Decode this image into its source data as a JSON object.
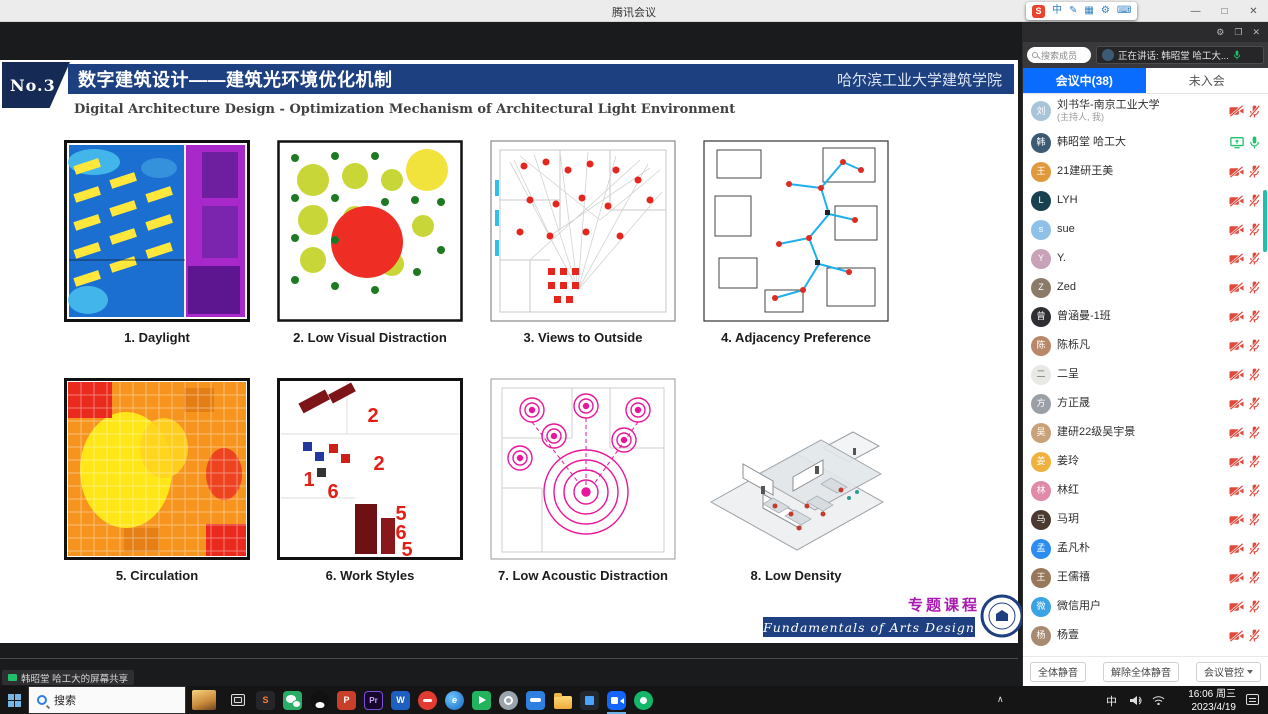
{
  "titlebar": {
    "title": "腾讯会议"
  },
  "icons": {
    "minimize": "—",
    "maximize": "□",
    "close": "✕",
    "settings": "⚙",
    "popout": "❐",
    "chevron_up": "∧"
  },
  "ime": {
    "logo": "S",
    "glyphs": [
      "中",
      "✎",
      "▦",
      "⚙",
      "⌨"
    ]
  },
  "slide": {
    "badge": "No.3",
    "title_cn": "数字建筑设计——建筑光环境优化机制",
    "affiliation": "哈尔滨工业大学建筑学院",
    "title_en": "Digital Architecture Design - Optimization Mechanism of Architectural Light Environment",
    "diagrams": [
      {
        "caption": "1. Daylight"
      },
      {
        "caption": "2. Low Visual Distraction"
      },
      {
        "caption": "3. Views to Outside"
      },
      {
        "caption": "4. Adjacency Preference"
      },
      {
        "caption": "5. Circulation"
      },
      {
        "caption": "6. Work Styles",
        "numbers": [
          "2",
          "2",
          "1",
          "6",
          "5",
          "6",
          "5"
        ]
      },
      {
        "caption": "7. Low Acoustic Distraction"
      },
      {
        "caption": "8. Low Density"
      }
    ],
    "footer": {
      "tag": "专题课程",
      "course_en": "Fundamentals of Arts Design"
    }
  },
  "share_banner": "韩昭堂 哈工大的屏幕共享",
  "panel": {
    "search_placeholder": "搜索成员",
    "speaking": "正在讲话: 韩昭堂 哈工大...",
    "speaker_avatar": "#3c5a74",
    "tabs": [
      {
        "label": "会议中(38)"
      },
      {
        "label": "未入会"
      }
    ],
    "participants": [
      {
        "name": "刘书华-南京工业大学",
        "sub": "(主持人, 我)",
        "initial": "刘",
        "avatar": "#a8c4d8"
      },
      {
        "name": "韩昭堂 哈工大",
        "initial": "韩",
        "avatar": "#3c5a74",
        "sharing": true,
        "mic": "on"
      },
      {
        "name": "21建研王美",
        "initial": "王",
        "avatar": "#e09a3c"
      },
      {
        "name": "LYH",
        "initial": "L",
        "avatar": "#17414e"
      },
      {
        "name": "sue",
        "initial": "s",
        "avatar": "#8fc1e8"
      },
      {
        "name": "Y.",
        "initial": "Y",
        "avatar": "#c8a2b8"
      },
      {
        "name": "Zed",
        "initial": "Z",
        "avatar": "#8a7a6a"
      },
      {
        "name": "曾涵曼-1班",
        "initial": "曾",
        "avatar": "#2f2f33"
      },
      {
        "name": "陈栎凡",
        "initial": "陈",
        "avatar": "#b98868"
      },
      {
        "name": "二呈",
        "initial": "二",
        "avatar": "#e8e8e4",
        "fg": "#777777"
      },
      {
        "name": "方正晟",
        "initial": "方",
        "avatar": "#9aa0a6"
      },
      {
        "name": "建研22级吴宇景",
        "initial": "吴",
        "avatar": "#caa27a"
      },
      {
        "name": "姜玲",
        "initial": "姜",
        "avatar": "#f0b23e"
      },
      {
        "name": "林红",
        "initial": "林",
        "avatar": "#e08aa8"
      },
      {
        "name": "马玥",
        "initial": "马",
        "avatar": "#4a3a30"
      },
      {
        "name": "孟凡朴",
        "initial": "孟",
        "avatar": "#2d8cf0"
      },
      {
        "name": "王儒禧",
        "initial": "王",
        "avatar": "#98785a"
      },
      {
        "name": "微信用户",
        "initial": "微",
        "avatar": "#3aa3e3"
      },
      {
        "name": "杨壹",
        "initial": "杨",
        "avatar": "#a88a70"
      }
    ],
    "footer": [
      "全体静音",
      "解除全体静音",
      "会议管控"
    ]
  },
  "taskbar": {
    "search_placeholder": "搜索",
    "glyphs": {
      "sogou": "S",
      "powerpoint": "P",
      "premiere": "Pr",
      "word": "W",
      "browser": "e"
    },
    "ime_indicator": "中",
    "clock": {
      "time": "16:06 周三",
      "date": "2023/4/19"
    }
  },
  "colors": {
    "tab_active_blue": "#0a6cff",
    "mic_off_red": "#e0493c",
    "mic_on_green": "#21c06b",
    "slide_bar_blue": "#1d4080",
    "course_tag_magenta": "#a91bb0",
    "scrollbar_teal": "#1fc0a6"
  }
}
